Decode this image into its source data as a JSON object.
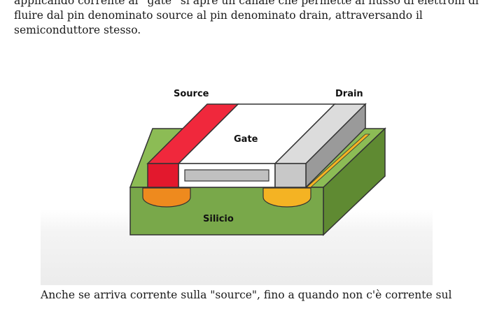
{
  "article": {
    "paragraph_top": "applicando corrente al “gate” si apre un canale che permette al flusso di elettroni di fluire dal pin denominato source al pin denominato drain, attraversando il semiconduttore stesso.",
    "paragraph_bottom": "Anche se arriva corrente sulla \"source\", fino a quando non c'è corrente sul"
  },
  "figure": {
    "labels": {
      "source": "Source",
      "drain": "Drain",
      "gate": "Gate",
      "silicon": "Silicio"
    },
    "colors": {
      "silicon_front": "#79a84a",
      "silicon_top": "#8cbc55",
      "silicon_side": "#5f8a32",
      "source_red": "#e3182d",
      "source_red_top": "#f0283c",
      "drain_gray": "#c8c8c8",
      "drain_gray_top": "#dcdcdc",
      "drain_gray_side": "#9a9a9a",
      "gate_white": "#ffffff",
      "well_source": "#ee8a1e",
      "well_drain": "#f4b323",
      "oxide": "#c0c0c0"
    }
  }
}
